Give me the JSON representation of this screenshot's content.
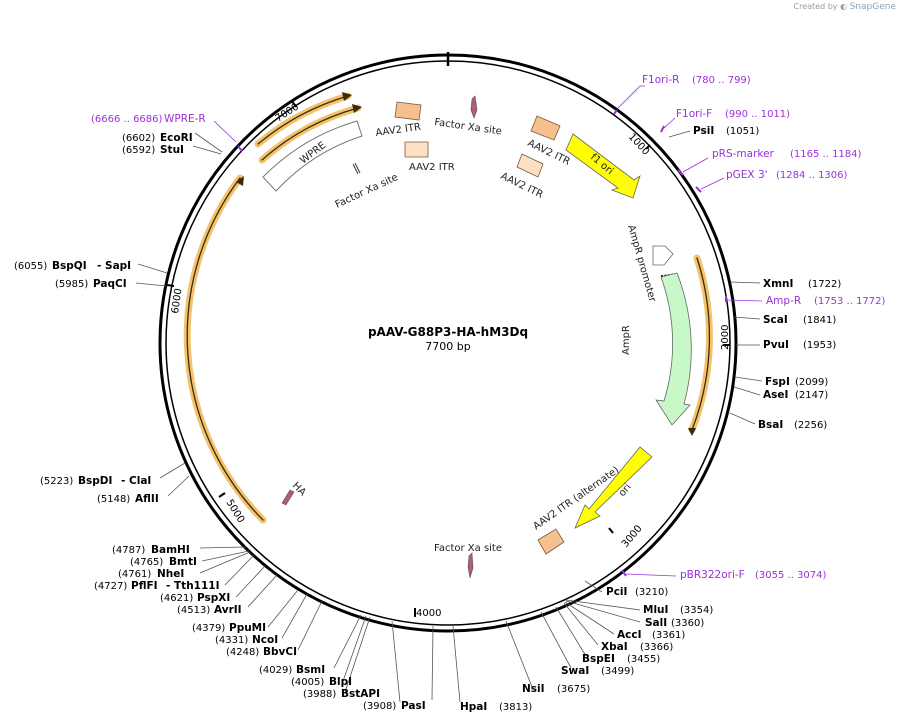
{
  "credit": {
    "prefix": "Created by",
    "brand": "SnapGene"
  },
  "plasmid": {
    "name": "pAAV-G88P3-HA-hM3Dq",
    "length_label": "7700 bp"
  },
  "colors": {
    "primer": "#9b30d9",
    "orf": "#f2bd5c",
    "ori": "#ffff00",
    "ampr": "#c8f7c8",
    "itr": "#f7c08f",
    "factorxa": "#b25c7a"
  },
  "ticks": [
    "1000",
    "2000",
    "3000",
    "4000",
    "5000",
    "6000",
    "7000"
  ],
  "sites_right": [
    {
      "name": "PsiI",
      "pos": "(1051)"
    },
    {
      "name": "XmnI",
      "pos": "(1722)"
    },
    {
      "name": "ScaI",
      "pos": "(1841)"
    },
    {
      "name": "PvuI",
      "pos": "(1953)"
    },
    {
      "name": "FspI",
      "pos": "(2099)"
    },
    {
      "name": "AseI",
      "pos": "(2147)"
    },
    {
      "name": "BsaI",
      "pos": "(2256)"
    },
    {
      "name": "PciI",
      "pos": "(3210)"
    },
    {
      "name": "MluI",
      "pos": "(3354)"
    },
    {
      "name": "SalI",
      "pos": "(3360)"
    },
    {
      "name": "AccI",
      "pos": "(3361)"
    },
    {
      "name": "XbaI",
      "pos": "(3366)"
    },
    {
      "name": "BspEI",
      "pos": "(3455)"
    },
    {
      "name": "SwaI",
      "pos": "(3499)"
    },
    {
      "name": "NsiI",
      "pos": "(3675)"
    },
    {
      "name": "HpaI",
      "pos": "(3813)"
    }
  ],
  "sites_left": [
    {
      "name": "EcoRI",
      "pos": "(6602)"
    },
    {
      "name": "StuI",
      "pos": "(6592)"
    },
    {
      "name": "BspQI",
      "extra": "- SapI",
      "pos": "(6055)"
    },
    {
      "name": "PaqCI",
      "pos": "(5985)"
    },
    {
      "name": "BspDI",
      "extra": "- ClaI",
      "pos": "(5223)"
    },
    {
      "name": "AflII",
      "pos": "(5148)"
    },
    {
      "name": "BamHI",
      "pos": "(4787)"
    },
    {
      "name": "BmtI",
      "pos": "(4765)"
    },
    {
      "name": "NheI",
      "pos": "(4761)"
    },
    {
      "name": "PflFI",
      "extra": "- Tth111I",
      "pos": "(4727)"
    },
    {
      "name": "PspXI",
      "pos": "(4621)"
    },
    {
      "name": "AvrII",
      "pos": "(4513)"
    },
    {
      "name": "PpuMI",
      "pos": "(4379)"
    },
    {
      "name": "NcoI",
      "pos": "(4331)"
    },
    {
      "name": "BbvCI",
      "pos": "(4248)"
    },
    {
      "name": "BsmI",
      "pos": "(4029)"
    },
    {
      "name": "BlpI",
      "pos": "(4005)"
    },
    {
      "name": "BstAPI",
      "pos": "(3988)"
    },
    {
      "name": "PasI",
      "pos": "(3908)"
    }
  ],
  "primers": [
    {
      "name": "F1ori-R",
      "pos": "(780 .. 799)"
    },
    {
      "name": "F1ori-F",
      "pos": "(990 .. 1011)"
    },
    {
      "name": "pRS-marker",
      "pos": "(1165 .. 1184)"
    },
    {
      "name": "pGEX 3'",
      "pos": "(1284 .. 1306)"
    },
    {
      "name": "Amp-R",
      "pos": "(1753 .. 1772)"
    },
    {
      "name": "pBR322ori-F",
      "pos": "(3055 .. 3074)"
    },
    {
      "name": "WPRE-R",
      "pos": "(6666 .. 6686)"
    }
  ],
  "features": {
    "f1_ori": "f1 ori",
    "ampr_promoter": "AmpR promoter",
    "ampr": "AmpR",
    "ori": "ori",
    "itr_alt": "AAV2 ITR (alternate)",
    "itr": "AAV2 ITR",
    "factor_xa": "Factor Xa site",
    "wpre": "WPRE",
    "ha": "HA"
  }
}
